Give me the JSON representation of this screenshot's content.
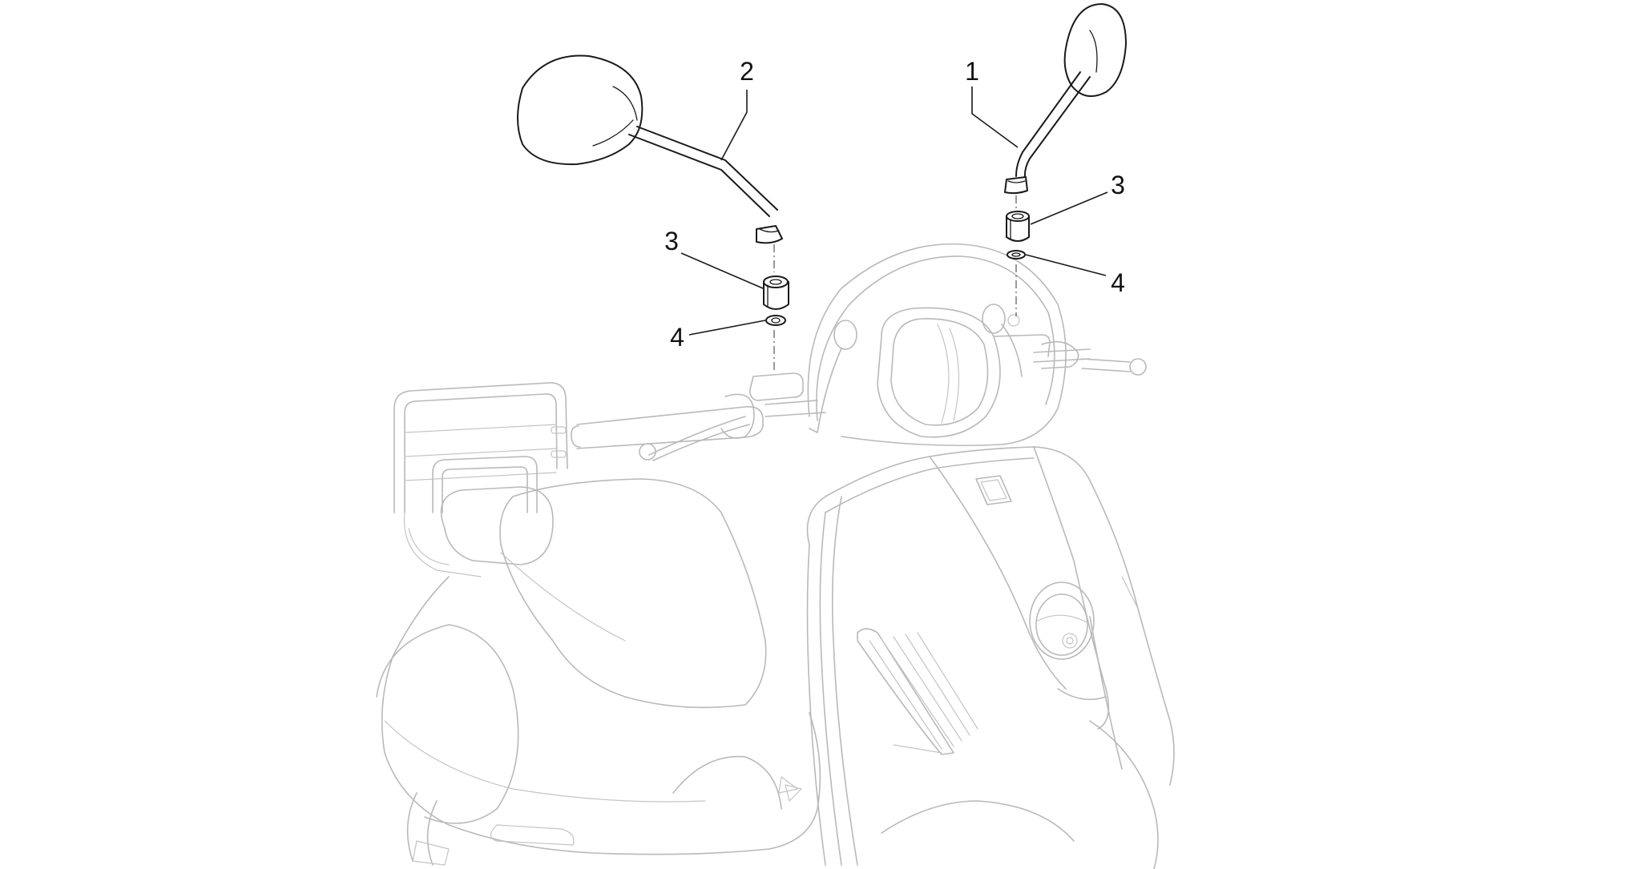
{
  "callouts": {
    "right_mirror": "1",
    "left_mirror": "2",
    "left_nut": "3",
    "right_nut": "3",
    "left_washer": "4",
    "right_washer": "4"
  },
  "icons": {
    "background": "scooter-outline-icon",
    "left_mirror": "left-mirror-icon",
    "right_mirror": "right-mirror-icon",
    "nut": "spacer-nut-icon",
    "washer": "washer-icon"
  },
  "colors": {
    "parts": "#1a1a1a",
    "background_outline": "#b9b9b9"
  }
}
